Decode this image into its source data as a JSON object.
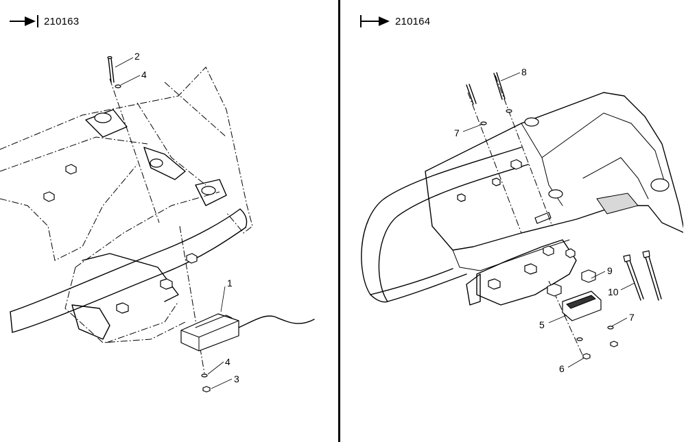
{
  "left_panel": {
    "serial_marker": "arrow-to-bar-icon",
    "serial": "210163",
    "callouts": [
      {
        "id": "callout-1",
        "label": "1"
      },
      {
        "id": "callout-2",
        "label": "2"
      },
      {
        "id": "callout-3",
        "label": "3"
      },
      {
        "id": "callout-4a",
        "label": "4"
      },
      {
        "id": "callout-4b",
        "label": "4"
      }
    ]
  },
  "right_panel": {
    "serial_marker": "bar-to-arrow-icon",
    "serial": "210164",
    "callouts": [
      {
        "id": "callout-5",
        "label": "5"
      },
      {
        "id": "callout-6",
        "label": "6"
      },
      {
        "id": "callout-7a",
        "label": "7"
      },
      {
        "id": "callout-7b",
        "label": "7"
      },
      {
        "id": "callout-8",
        "label": "8"
      },
      {
        "id": "callout-9",
        "label": "9"
      },
      {
        "id": "callout-10",
        "label": "10"
      }
    ]
  }
}
